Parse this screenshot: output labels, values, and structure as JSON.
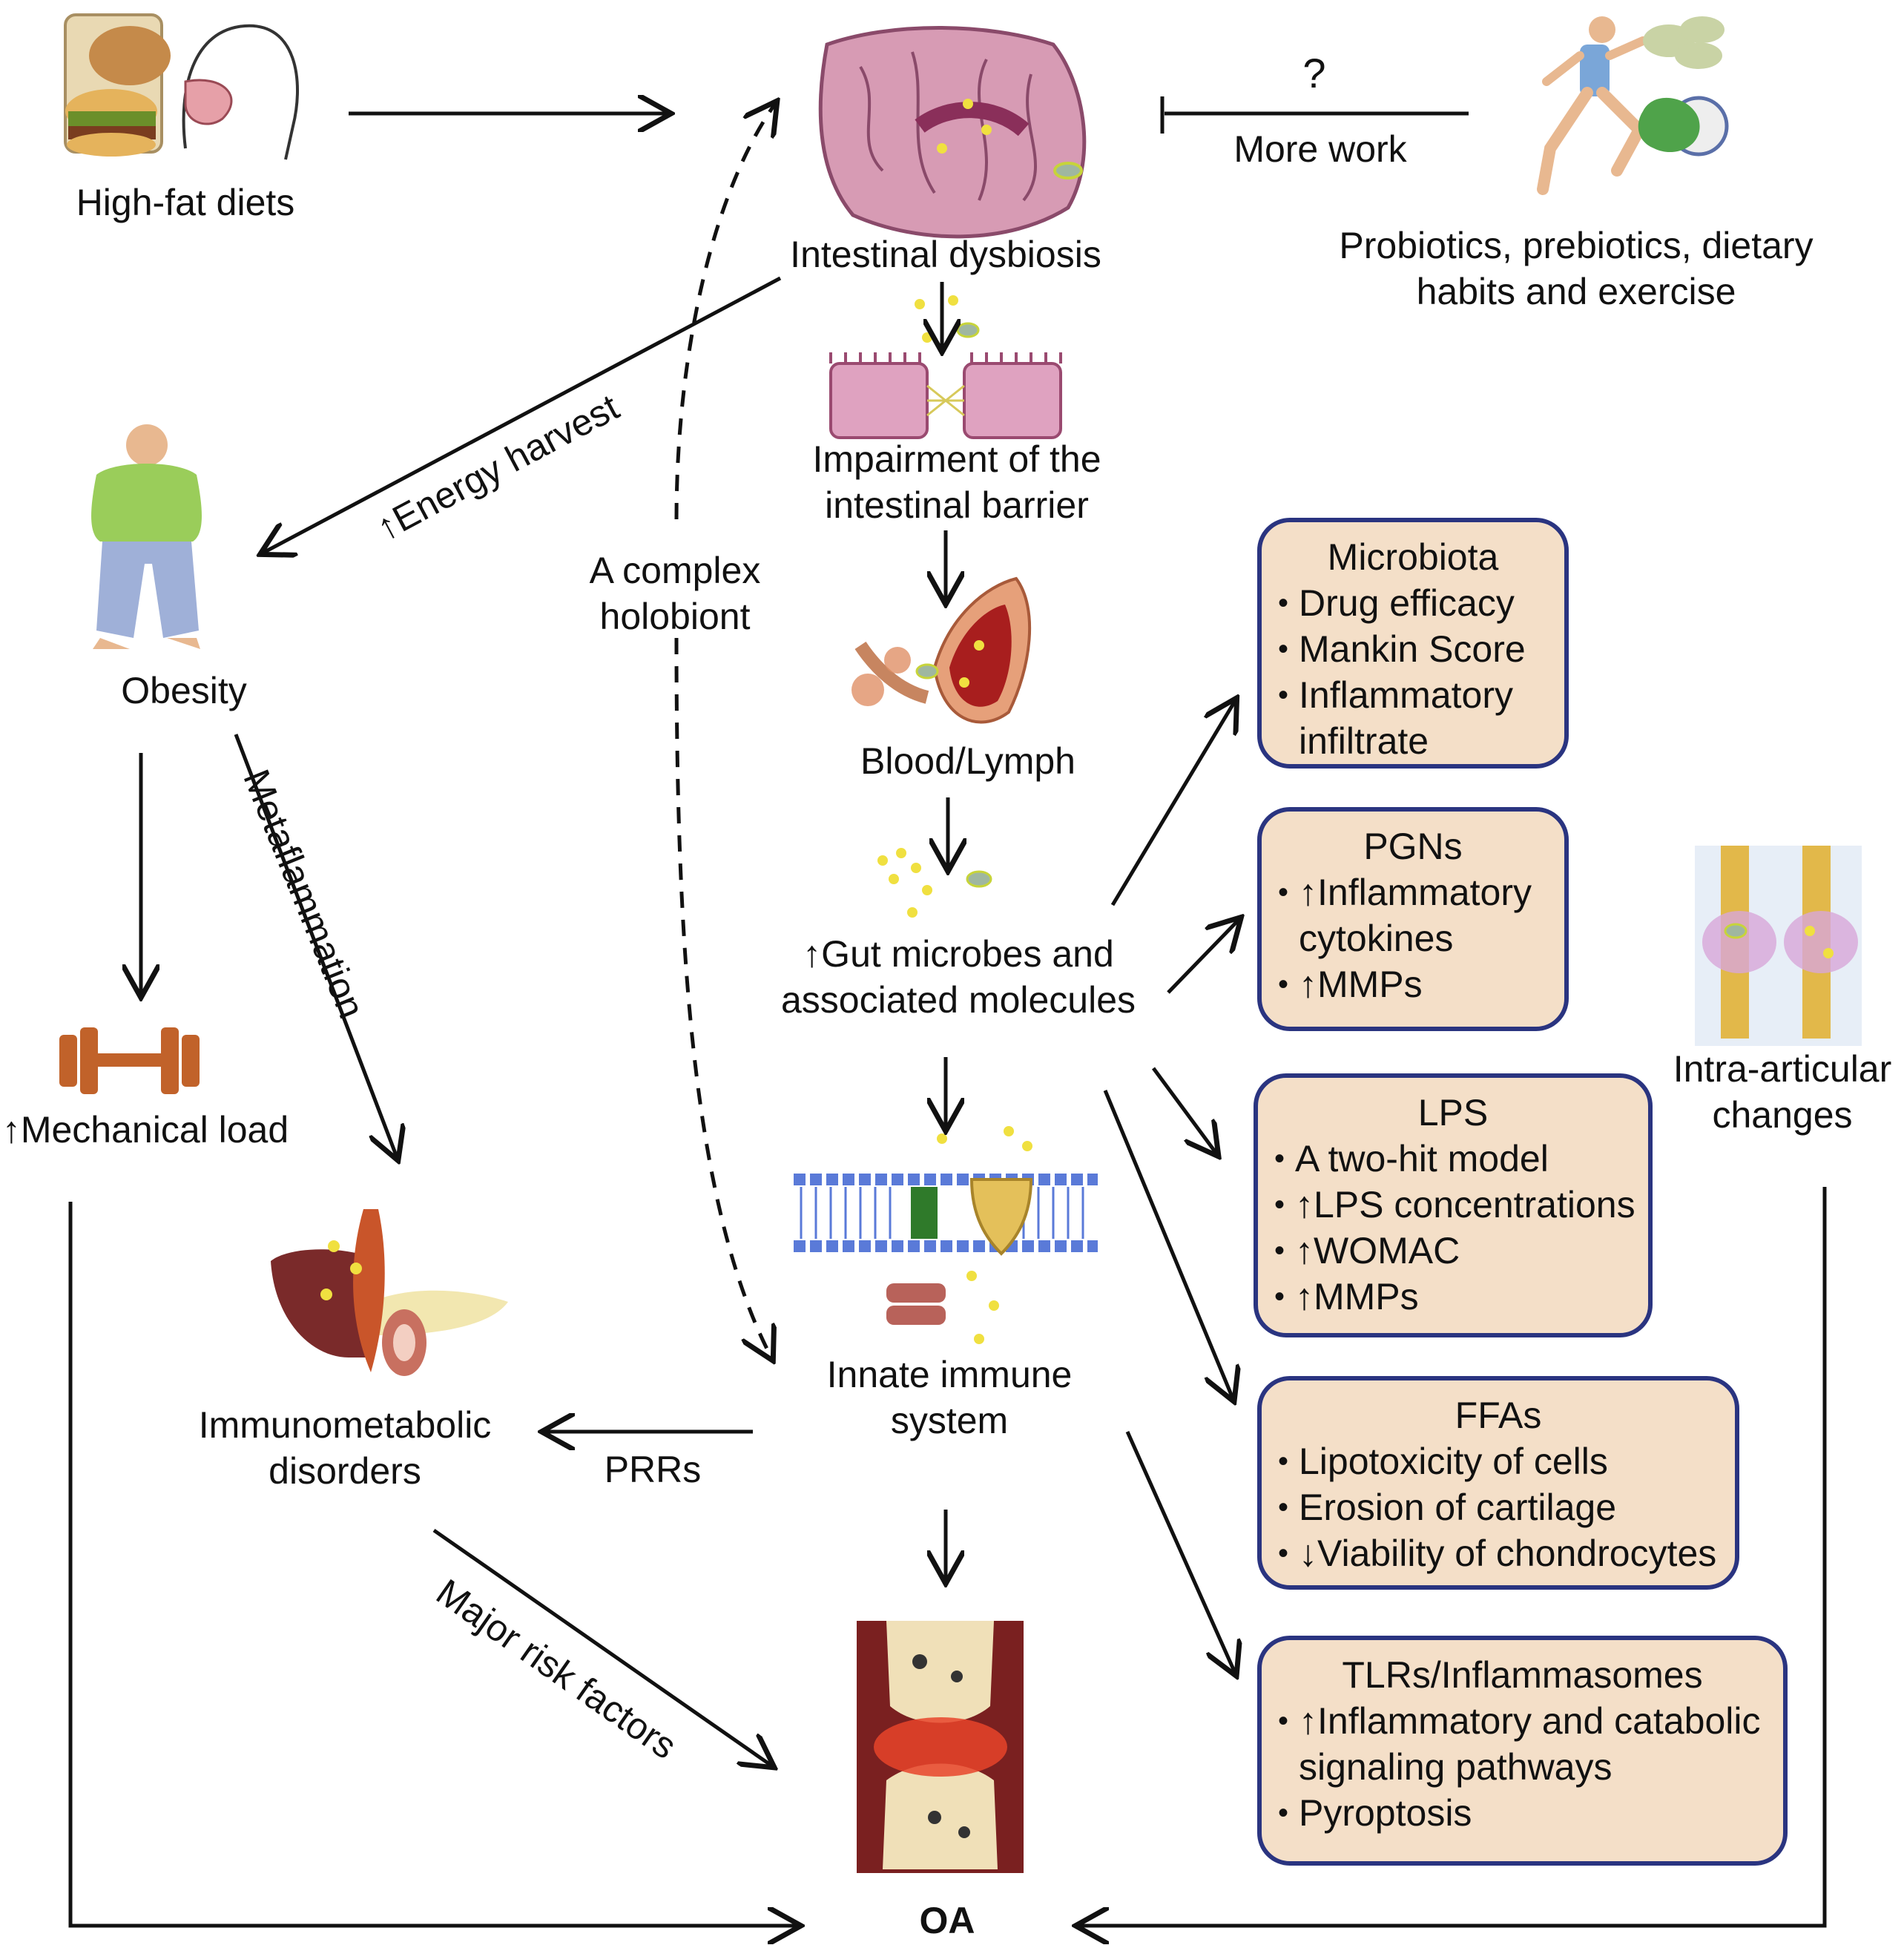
{
  "labels": {
    "high_fat_diets": "High-fat diets",
    "intestinal_dysbiosis": "Intestinal dysbiosis",
    "question": "?",
    "more_work": "More work",
    "probiotics": [
      "Probiotics, prebiotics, dietary",
      "habits and exercise"
    ],
    "impairment": [
      "Impairment of the",
      "intestinal barrier"
    ],
    "energy_harvest": "↑Energy harvest",
    "complex_holobiont": [
      "A complex",
      "holobiont"
    ],
    "obesity": "Obesity",
    "blood_lymph": "Blood/Lymph",
    "gut_microbes": [
      "↑Gut microbes and",
      "associated molecules"
    ],
    "metaflammation": "Metaflammation",
    "mechanical_load": "↑Mechanical load",
    "intra_articular": [
      "Intra-articular",
      "changes"
    ],
    "innate_immune": [
      "Innate immune",
      "system"
    ],
    "immunometabolic": [
      "Immunometabolic",
      "disorders"
    ],
    "prrs": "PRRs",
    "major_risk": "Major risk factors",
    "oa": "OA"
  },
  "boxes": {
    "microbiota": {
      "title": "Microbiota",
      "items": [
        "Drug efficacy",
        "Mankin Score",
        "Inflammatory",
        "infiltrate"
      ]
    },
    "pgns": {
      "title": "PGNs",
      "items": [
        "↑Inflammatory",
        "cytokines",
        "↑MMPs"
      ]
    },
    "lps": {
      "title": "LPS",
      "items": [
        "A two-hit model",
        "↑LPS concentrations",
        "↑WOMAC",
        "↑MMPs"
      ]
    },
    "ffas": {
      "title": "FFAs",
      "items": [
        "Lipotoxicity of cells",
        "Erosion of cartilage",
        "↓Viability of chondrocytes"
      ]
    },
    "tlrs": {
      "title": "TLRs/Inflammasomes",
      "items": [
        "↑Inflammatory and catabolic",
        "signaling pathways",
        "Pyroptosis"
      ]
    }
  },
  "colors": {
    "box_fill": "#f4dfc8",
    "box_border": "#2a3480",
    "arrow": "#111111"
  }
}
